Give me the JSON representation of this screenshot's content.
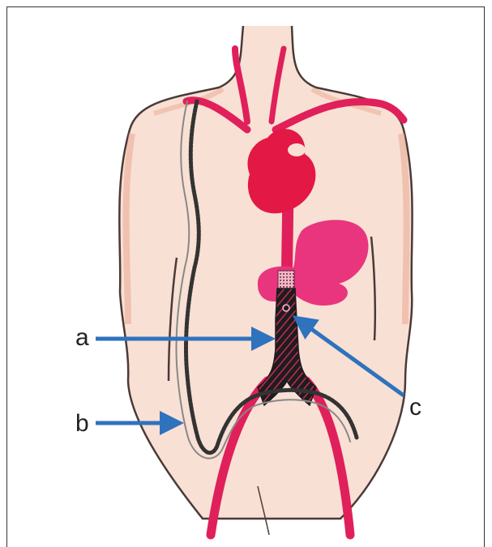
{
  "labels": {
    "a": "a",
    "b": "b",
    "c": "c"
  },
  "colors": {
    "skin": "#f7ded2",
    "skin_outline": "#4a3a38",
    "skin_shade": "#e9a88f",
    "vessel": "#e0205a",
    "heart": "#e31845",
    "stomach": "#e8357e",
    "graft_dark": "#1d1d1d",
    "graft_hatch": "#c8285a",
    "arrow": "#2f72bd"
  },
  "icons": {
    "arrow_a": "right-arrow",
    "arrow_b": "right-arrow",
    "arrow_c": "up-left-arrow"
  }
}
